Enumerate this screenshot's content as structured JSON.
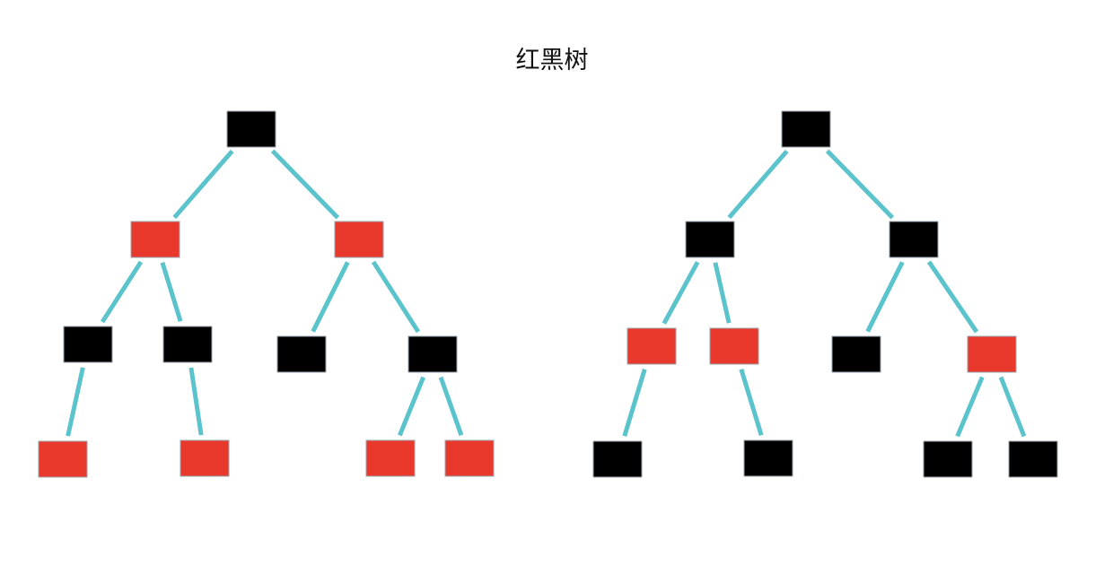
{
  "title": "红黑树",
  "colors": {
    "red_node": "#e9392d",
    "black_node": "#000000",
    "edge": "#5bc3cc",
    "node_border": "#9aa3ad"
  },
  "trees": [
    {
      "name": "left-tree",
      "nodes": [
        {
          "id": "n1",
          "color": "black"
        },
        {
          "id": "n2",
          "color": "red"
        },
        {
          "id": "n3",
          "color": "red"
        },
        {
          "id": "n4",
          "color": "black"
        },
        {
          "id": "n5",
          "color": "black"
        },
        {
          "id": "n6",
          "color": "black"
        },
        {
          "id": "n7",
          "color": "black"
        },
        {
          "id": "n8",
          "color": "red"
        },
        {
          "id": "n9",
          "color": "red"
        },
        {
          "id": "n10",
          "color": "red"
        },
        {
          "id": "n11",
          "color": "red"
        }
      ],
      "edges": [
        [
          "n1",
          "n2"
        ],
        [
          "n1",
          "n3"
        ],
        [
          "n2",
          "n4"
        ],
        [
          "n2",
          "n5"
        ],
        [
          "n3",
          "n6"
        ],
        [
          "n3",
          "n7"
        ],
        [
          "n4",
          "n8"
        ],
        [
          "n5",
          "n9"
        ],
        [
          "n7",
          "n10"
        ],
        [
          "n7",
          "n11"
        ]
      ]
    },
    {
      "name": "right-tree",
      "nodes": [
        {
          "id": "m1",
          "color": "black"
        },
        {
          "id": "m2",
          "color": "black"
        },
        {
          "id": "m3",
          "color": "black"
        },
        {
          "id": "m4",
          "color": "red"
        },
        {
          "id": "m5",
          "color": "red"
        },
        {
          "id": "m6",
          "color": "black"
        },
        {
          "id": "m7",
          "color": "red"
        },
        {
          "id": "m8",
          "color": "black"
        },
        {
          "id": "m9",
          "color": "black"
        },
        {
          "id": "m10",
          "color": "black"
        },
        {
          "id": "m11",
          "color": "black"
        }
      ],
      "edges": [
        [
          "m1",
          "m2"
        ],
        [
          "m1",
          "m3"
        ],
        [
          "m2",
          "m4"
        ],
        [
          "m2",
          "m5"
        ],
        [
          "m3",
          "m6"
        ],
        [
          "m3",
          "m7"
        ],
        [
          "m4",
          "m8"
        ],
        [
          "m5",
          "m9"
        ],
        [
          "m7",
          "m10"
        ],
        [
          "m7",
          "m11"
        ]
      ]
    }
  ]
}
